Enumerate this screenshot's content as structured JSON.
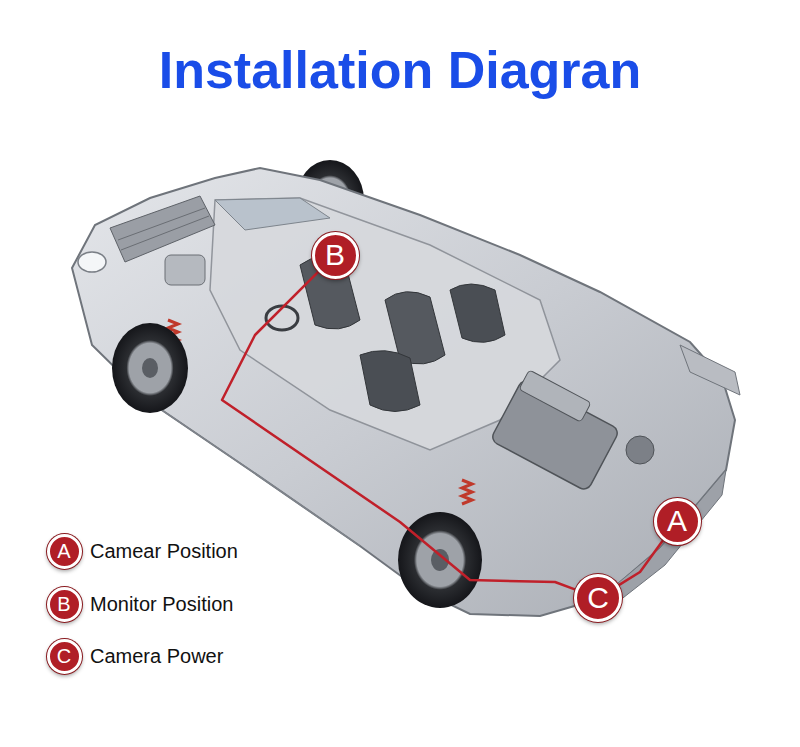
{
  "diagram": {
    "title": "Installation Diagran",
    "nodes": [
      {
        "text": [
          "B"
        ]
      },
      {
        "text": [
          "A"
        ]
      },
      {
        "text": [
          "C"
        ]
      },
      {
        "text": [
          "A"
        ]
      },
      {
        "text": [
          "B"
        ]
      },
      {
        "text": [
          "C"
        ]
      }
    ],
    "edges": [
      {
        "from": 0,
        "to": 2,
        "arrow": "none"
      },
      {
        "from": 2,
        "to": 1,
        "arrow": "none"
      }
    ],
    "legend": [
      {
        "text": "Camear Position"
      },
      {
        "text": "Monitor Position"
      },
      {
        "text": "Camera Power"
      }
    ]
  }
}
